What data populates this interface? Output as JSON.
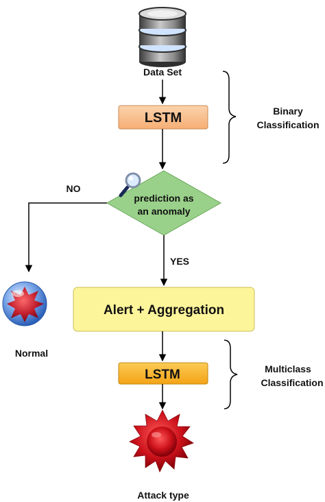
{
  "nodes": {
    "dataset": {
      "label": "Data Set"
    },
    "lstm_binary": {
      "label": "LSTM"
    },
    "decision": {
      "line1": "prediction as",
      "line2": "an anomaly"
    },
    "alert": {
      "label": "Alert + Aggregation"
    },
    "lstm_multiclass": {
      "label": "LSTM"
    },
    "normal": {
      "label": "Normal"
    },
    "attack": {
      "label": "Attack type"
    }
  },
  "edges": {
    "no_label": "NO",
    "yes_label": "YES"
  },
  "braces": {
    "binary": {
      "line1": "Binary",
      "line2": "Classification"
    },
    "multiclass": {
      "line1": "Multiclass",
      "line2": "Classification"
    }
  },
  "icons": [
    "database-icon",
    "magnifier-icon",
    "virus-icon-normal",
    "virus-icon-attack"
  ],
  "colors": {
    "lstm_binary_fill": "#f9c08f",
    "decision_fill": "#9ad18a",
    "alert_fill": "#fdf59a",
    "lstm_multiclass_fill": "#f8b526",
    "attack_red": "#d3141b",
    "normal_blue": "#4a83d6"
  }
}
